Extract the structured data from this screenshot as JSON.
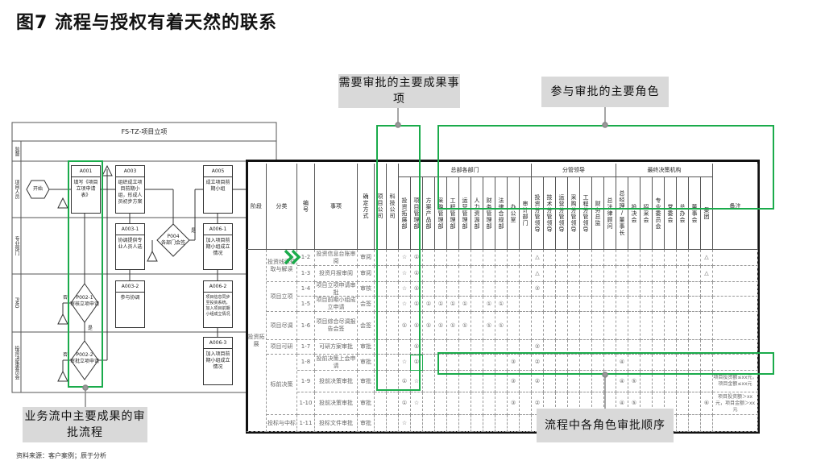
{
  "title": "图7  流程与授权有着天然的联系",
  "source": "资料来源：客户案例；辰于分析",
  "colors": {
    "accent_green": "#1aab4b",
    "callout_bg": "#d9d9d9"
  },
  "flowchart": {
    "title": "FS-TZ-项目立项",
    "lanes": [
      "监督",
      "项目人员",
      "专业部门",
      "PMO",
      "投资决策委员会"
    ],
    "start": "开始",
    "boxes": [
      {
        "id": "A001",
        "text": "填写《项目立项申请表》"
      },
      {
        "id": "A003",
        "text": "组织成立项目前期小组，形成人员初步方案"
      },
      {
        "id": "A005",
        "text": "成立项目前期小组"
      },
      {
        "id": "A003-1",
        "text": "协调提供专业人员人选"
      },
      {
        "id": "A006-1",
        "text": "加入项目前期小组成立情况"
      },
      {
        "id": "A003-2",
        "text": "参与协调"
      },
      {
        "id": "A006-2",
        "text": "项目信息同步至投资系统，加入项目前期小组成立情况"
      },
      {
        "id": "A006-3",
        "text": "加入项目前期小组成立情况"
      }
    ],
    "decisions": [
      {
        "id": "P004",
        "text": "各部门会签"
      },
      {
        "id": "P002-1",
        "text": "审核立项申请"
      },
      {
        "id": "P002-2",
        "text": "审批立项申请"
      }
    ],
    "yes": "是",
    "no": "否"
  },
  "table": {
    "fixed_headers": [
      "阶段",
      "分类",
      "编号",
      "事项",
      "确定方式"
    ],
    "groups": [
      "总部各部门",
      "分管领导",
      "最终决策机构"
    ],
    "columns": [
      "项目公司",
      "科技公司",
      "投资拓展部",
      "项目管理部",
      "方案产品部",
      "采购管理部",
      "工程管理部",
      "运营管理部",
      "人力资源部",
      "财务管理部",
      "法律合规部",
      "办公室",
      "审计部门",
      "投资分管领导",
      "技术分管领导",
      "运营分管领导",
      "采购分管领导",
      "工程分管领导",
      "财务总监",
      "总法律顾问",
      "总经理/董事长",
      "投决会",
      "招采会",
      "专业委员会",
      "党委会",
      "总办会",
      "董事会",
      "集团"
    ],
    "note_header": "备注",
    "stage": "投资拓展",
    "categories": [
      {
        "label": "投资线索获取与解读",
        "span": 2
      },
      {
        "label": "项目立项",
        "span": 2
      },
      {
        "label": "项目尽调",
        "span": 1
      },
      {
        "label": "项目可研",
        "span": 1
      },
      {
        "label": "标前决策",
        "span": 3
      },
      {
        "label": "投标与中标",
        "span": 1
      }
    ],
    "rows": [
      {
        "id": "1-2",
        "item": "投资信息台账审阅",
        "method": "审阅",
        "marks": {
          "2": "☆",
          "3": "①",
          "13": "△",
          "27": "△"
        },
        "note": ""
      },
      {
        "id": "1-3",
        "item": "投资月报审阅",
        "method": "审阅",
        "marks": {
          "2": "☆",
          "3": "①",
          "13": "△",
          "27": "△"
        },
        "note": ""
      },
      {
        "id": "1-4",
        "item": "项目立项申请审批",
        "method": "审核",
        "marks": {
          "2": "☆",
          "3": "①",
          "13": "②"
        },
        "note": ""
      },
      {
        "id": "1-5",
        "item": "项目前期小组成立申请",
        "method": "会签",
        "marks": {
          "2": "☆",
          "3": "①",
          "4": "①",
          "5": "①",
          "6": "①",
          "7": "①",
          "9": "①",
          "10": "①"
        },
        "note": ""
      },
      {
        "id": "1-6",
        "item": "项目综合尽调报告会签",
        "method": "会签",
        "marks": {
          "2": "①",
          "3": "①",
          "4": "①",
          "5": "①",
          "6": "①",
          "7": "①",
          "9": "①",
          "10": "①"
        },
        "note": ""
      },
      {
        "id": "1-7",
        "item": "可研方案审批",
        "method": "审批",
        "marks": {
          "3": "①",
          "13": "②"
        },
        "note": ""
      },
      {
        "id": "1-8",
        "item": "投前决策上会申请",
        "method": "审批",
        "marks": {
          "2": "☆",
          "3": "①",
          "11": "③",
          "13": "②",
          "20": "④"
        },
        "note": ""
      },
      {
        "id": "1-9",
        "item": "投前决策审批",
        "method": "审批",
        "marks": {
          "2": "①",
          "3": "☆",
          "11": "③",
          "13": "②",
          "20": "④",
          "21": "⑤"
        },
        "note": "项目投资额≤xx元，项目金额≤xx元"
      },
      {
        "id": "1-10",
        "item": "投前决策审批",
        "method": "审批",
        "marks": {
          "2": "①",
          "3": "☆",
          "11": "③",
          "13": "②",
          "20": "④",
          "21": "⑤",
          "27": "⑥"
        },
        "note": "项目投资额＞xx元，项目金额＞xx元"
      },
      {
        "id": "1-11",
        "item": "投标文件审批",
        "method": "审批",
        "marks": {
          "2": "☆"
        },
        "note": ""
      }
    ]
  },
  "callouts": {
    "items": "需要审批的主要成果事项",
    "roles": "参与审批的主要角色",
    "order": "流程中各角色审批顺序",
    "flow": "业务流中主要成果的审批流程"
  }
}
